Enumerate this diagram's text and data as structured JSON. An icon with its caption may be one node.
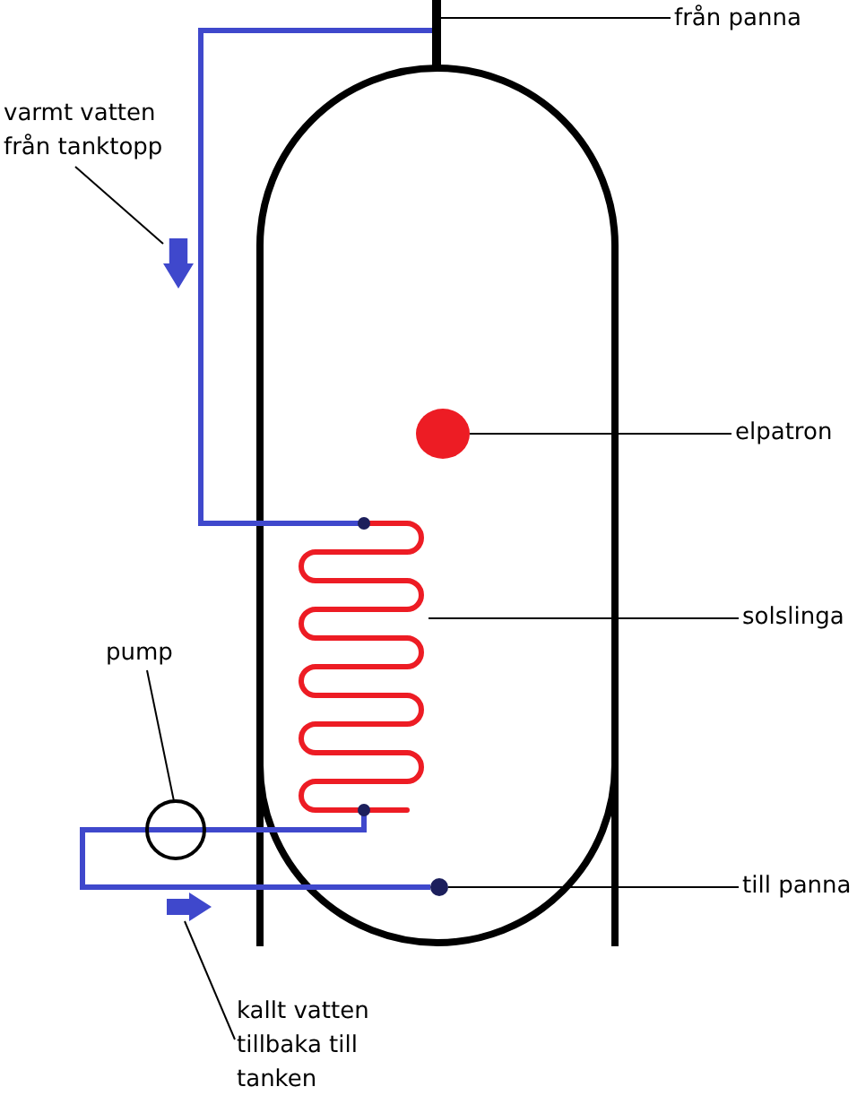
{
  "diagram": {
    "nodes": [
      {
        "text": [
          "från panna"
        ]
      },
      {
        "text": [],
        "shape": "bar"
      },
      {
        "text": [
          "varmt vatten från tanktopp"
        ]
      },
      {
        "text": [],
        "shape": "arrow"
      },
      {
        "text": [
          "elpatron"
        ]
      },
      {
        "text": [],
        "shape": "circle"
      },
      {
        "text": [
          "solslinga"
        ]
      },
      {
        "text": [],
        "shape": "coil"
      },
      {
        "text": [
          "pump"
        ]
      },
      {
        "text": [],
        "shape": "circle"
      },
      {
        "text": [
          "till panna"
        ]
      },
      {
        "text": [],
        "shape": "circle"
      },
      {
        "text": [
          "kallt vatten tillbaka till tanken"
        ]
      },
      {
        "text": [],
        "shape": "arrow"
      }
    ],
    "edges": [
      {
        "from": 0,
        "to": 1,
        "arrow": "none"
      },
      {
        "from": 2,
        "to": 3,
        "arrow": "none"
      },
      {
        "from": 4,
        "to": 5,
        "arrow": "none"
      },
      {
        "from": 6,
        "to": 7,
        "arrow": "none"
      },
      {
        "from": 8,
        "to": 9,
        "arrow": "none"
      },
      {
        "from": 10,
        "to": 11,
        "arrow": "none"
      },
      {
        "from": 12,
        "to": 13,
        "arrow": "none"
      },
      {
        "from": 1,
        "to": 7,
        "arrow": "none",
        "style": "thick",
        "color": "#3f48cc"
      },
      {
        "from": 7,
        "to": 9,
        "arrow": "none",
        "style": "thick",
        "color": "#3f48cc"
      },
      {
        "from": 9,
        "to": 11,
        "arrow": "none",
        "style": "thick",
        "color": "#3f48cc"
      }
    ]
  }
}
